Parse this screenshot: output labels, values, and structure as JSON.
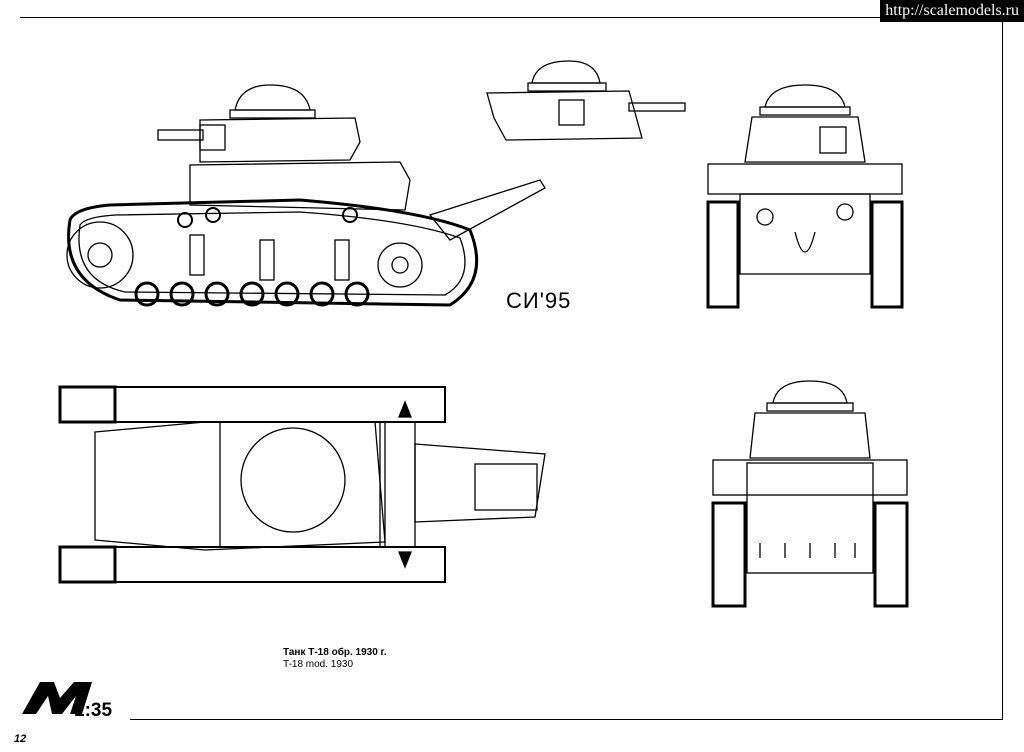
{
  "watermark": "http://scalemodels.ru",
  "signature": "СИ'95",
  "caption": {
    "ru": "Танк Т-18 обр. 1930 г.",
    "en": "T-18 mod. 1930"
  },
  "publisher_logo": "M",
  "scale": "1:35",
  "page_number": "12"
}
